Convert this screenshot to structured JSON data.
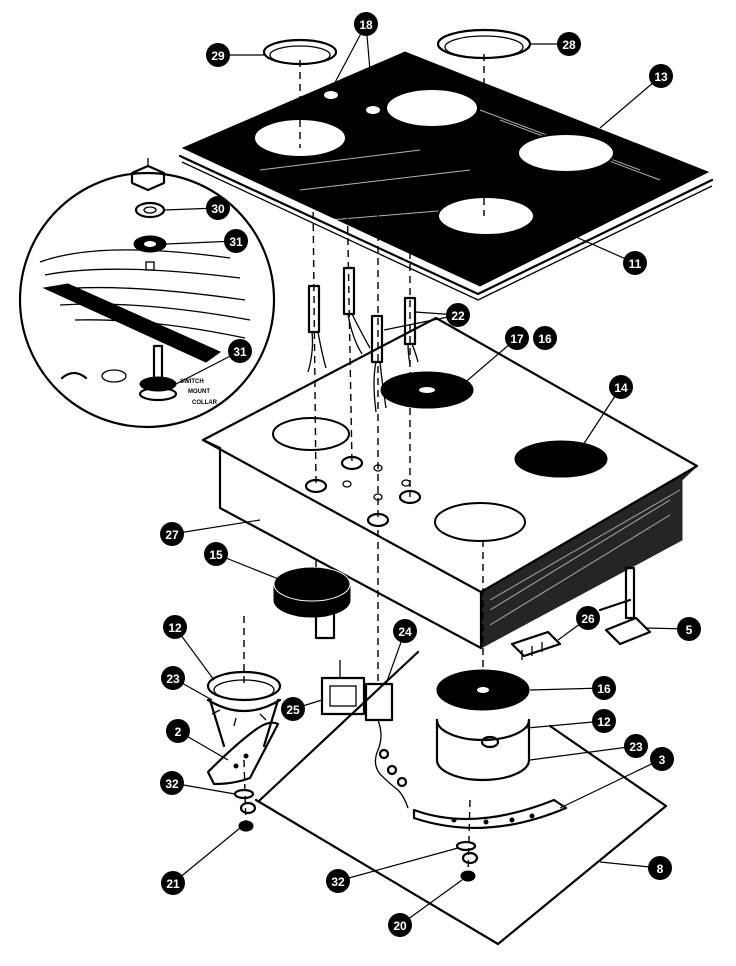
{
  "callouts": [
    {
      "id": "18"
    },
    {
      "id": "29"
    },
    {
      "id": "28"
    },
    {
      "id": "13"
    },
    {
      "id": "11"
    },
    {
      "id": "30"
    },
    {
      "id": "31"
    },
    {
      "id": "22"
    },
    {
      "id": "17"
    },
    {
      "id": "16"
    },
    {
      "id": "14"
    },
    {
      "id": "27"
    },
    {
      "id": "15"
    },
    {
      "id": "12"
    },
    {
      "id": "24"
    },
    {
      "id": "26"
    },
    {
      "id": "5"
    },
    {
      "id": "23"
    },
    {
      "id": "2"
    },
    {
      "id": "25"
    },
    {
      "id": "3"
    },
    {
      "id": "32"
    },
    {
      "id": "21"
    },
    {
      "id": "8"
    },
    {
      "id": "20"
    }
  ],
  "inset_note": [
    "SWITCH",
    "MOUNT",
    "COLLAR"
  ],
  "colors": {
    "ink": "#000000",
    "paper": "#ffffff"
  }
}
